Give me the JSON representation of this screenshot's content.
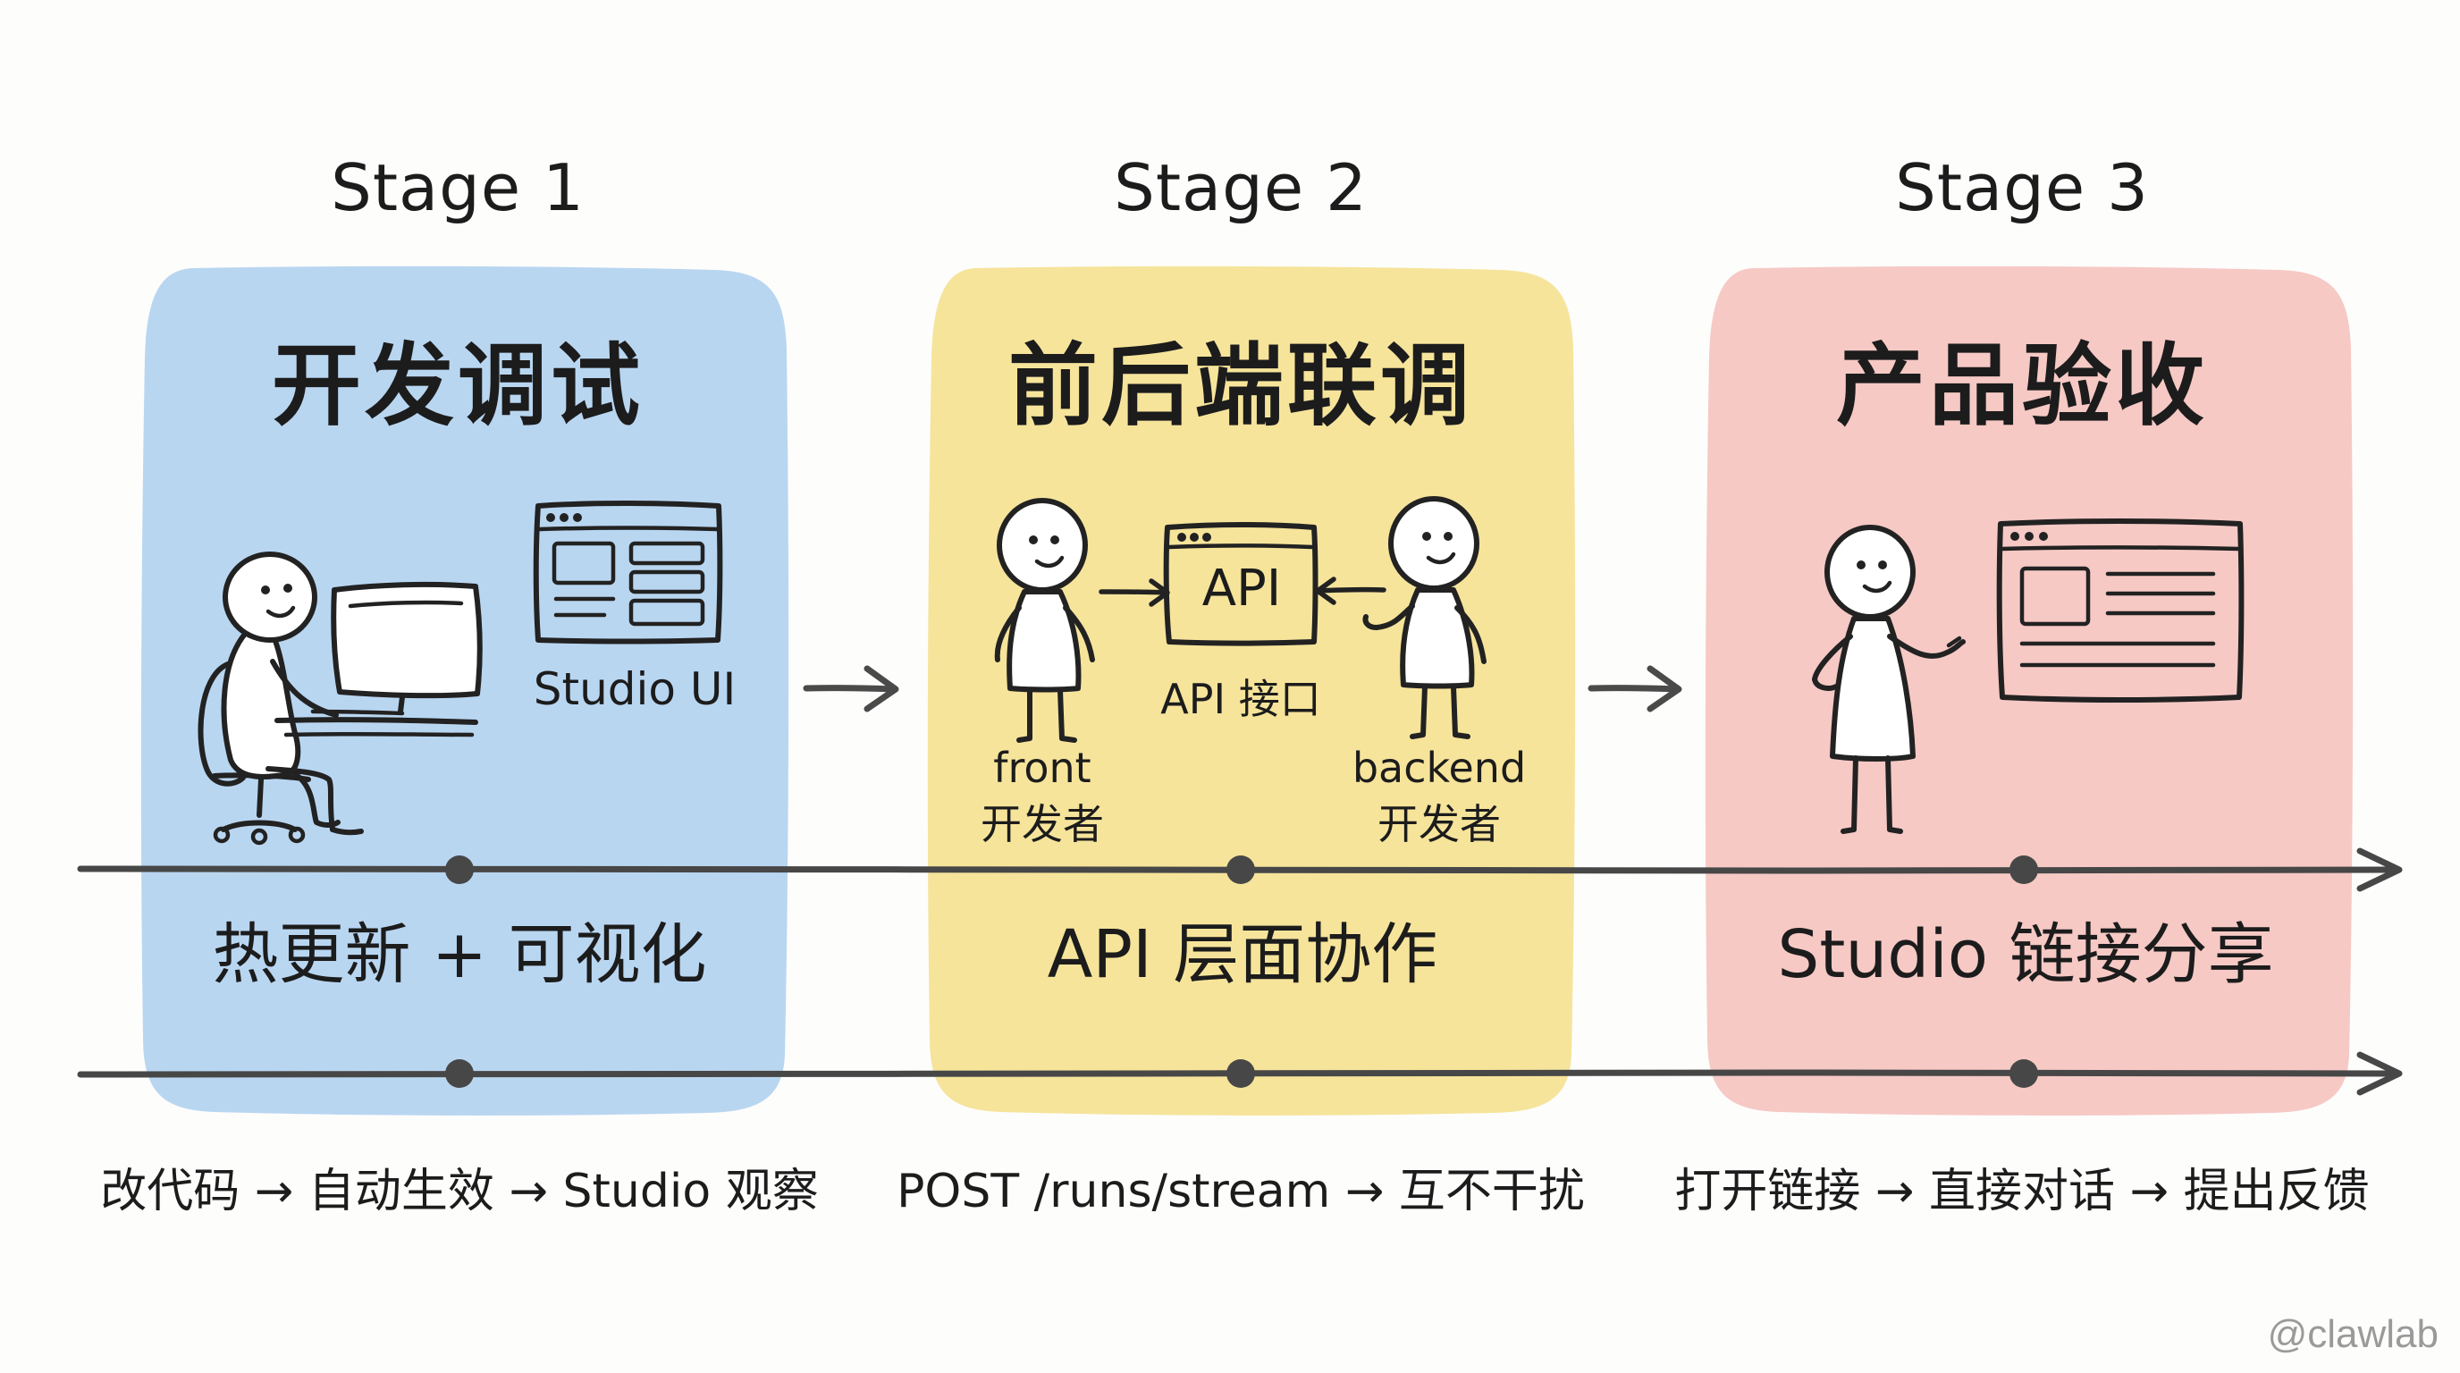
{
  "stages": [
    {
      "stage_label": "Stage 1",
      "title": "开发调试",
      "window_label": "Studio UI",
      "caption": "热更新 + 可视化",
      "bottom_caption": "改代码 → 自动生效 → Studio 观察",
      "color": "#b9d6f1"
    },
    {
      "stage_label": "Stage 2",
      "title": "前后端联调",
      "api_box_label": "API",
      "api_label": "API 接口",
      "front_label": "front",
      "front_role": "开发者",
      "backend_label": "backend",
      "backend_role": "开发者",
      "caption": "API 层面协作",
      "bottom_caption": "POST /runs/stream → 互不干扰",
      "color": "#f6e49b"
    },
    {
      "stage_label": "Stage 3",
      "title": "产品验收",
      "caption": "Studio 链接分享",
      "bottom_caption": "打开链接 → 直接对话 → 提出反馈",
      "color": "#f6c9c5"
    }
  ],
  "watermark": "@clawlab",
  "icons": {
    "stage1": [
      "person-at-computer-icon",
      "browser-window-icon"
    ],
    "stage2": [
      "person-icon",
      "api-window-icon",
      "person-icon"
    ],
    "stage3": [
      "person-presenting-icon",
      "browser-window-icon"
    ]
  }
}
